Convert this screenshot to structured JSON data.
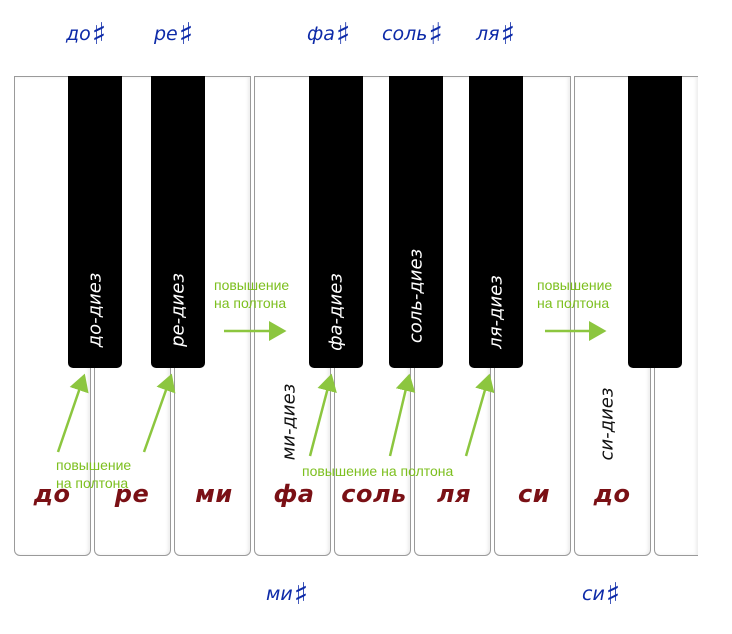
{
  "white_keys": [
    {
      "note": "до",
      "name": "white-key-do"
    },
    {
      "note": "ре",
      "name": "white-key-re"
    },
    {
      "note": "ми",
      "name": "white-key-mi"
    },
    {
      "note": "фа",
      "name": "white-key-fa"
    },
    {
      "note": "соль",
      "name": "white-key-sol"
    },
    {
      "note": "ля",
      "name": "white-key-la"
    },
    {
      "note": "си",
      "name": "white-key-si"
    },
    {
      "note": "до",
      "name": "white-key-do-2"
    },
    {
      "note": "",
      "name": "white-key-partial"
    }
  ],
  "black_key_labels": {
    "do_sharp": "до-диез",
    "re_sharp": "ре-диез",
    "fa_sharp": "фа-диез",
    "sol_sharp": "соль-диез",
    "la_sharp": "ля-диез"
  },
  "white_key_sharp_labels": {
    "mi_sharp": "ми-диез",
    "si_sharp": "си-диез"
  },
  "top_sharps": {
    "do": "до",
    "re": "ре",
    "fa": "фа",
    "sol": "соль",
    "la": "ля"
  },
  "bottom_sharps": {
    "mi": "ми",
    "si": "си"
  },
  "sharp_symbol": "♯",
  "annotations": {
    "raise_line1": "повышение",
    "raise_line2": "на полтона",
    "raise_single": "повышение на полтона"
  },
  "colors": {
    "note_text": "#7a1015",
    "sharp_text": "#0d2aa8",
    "annotation_green": "#7cbf1e",
    "black_key": "#000000"
  }
}
